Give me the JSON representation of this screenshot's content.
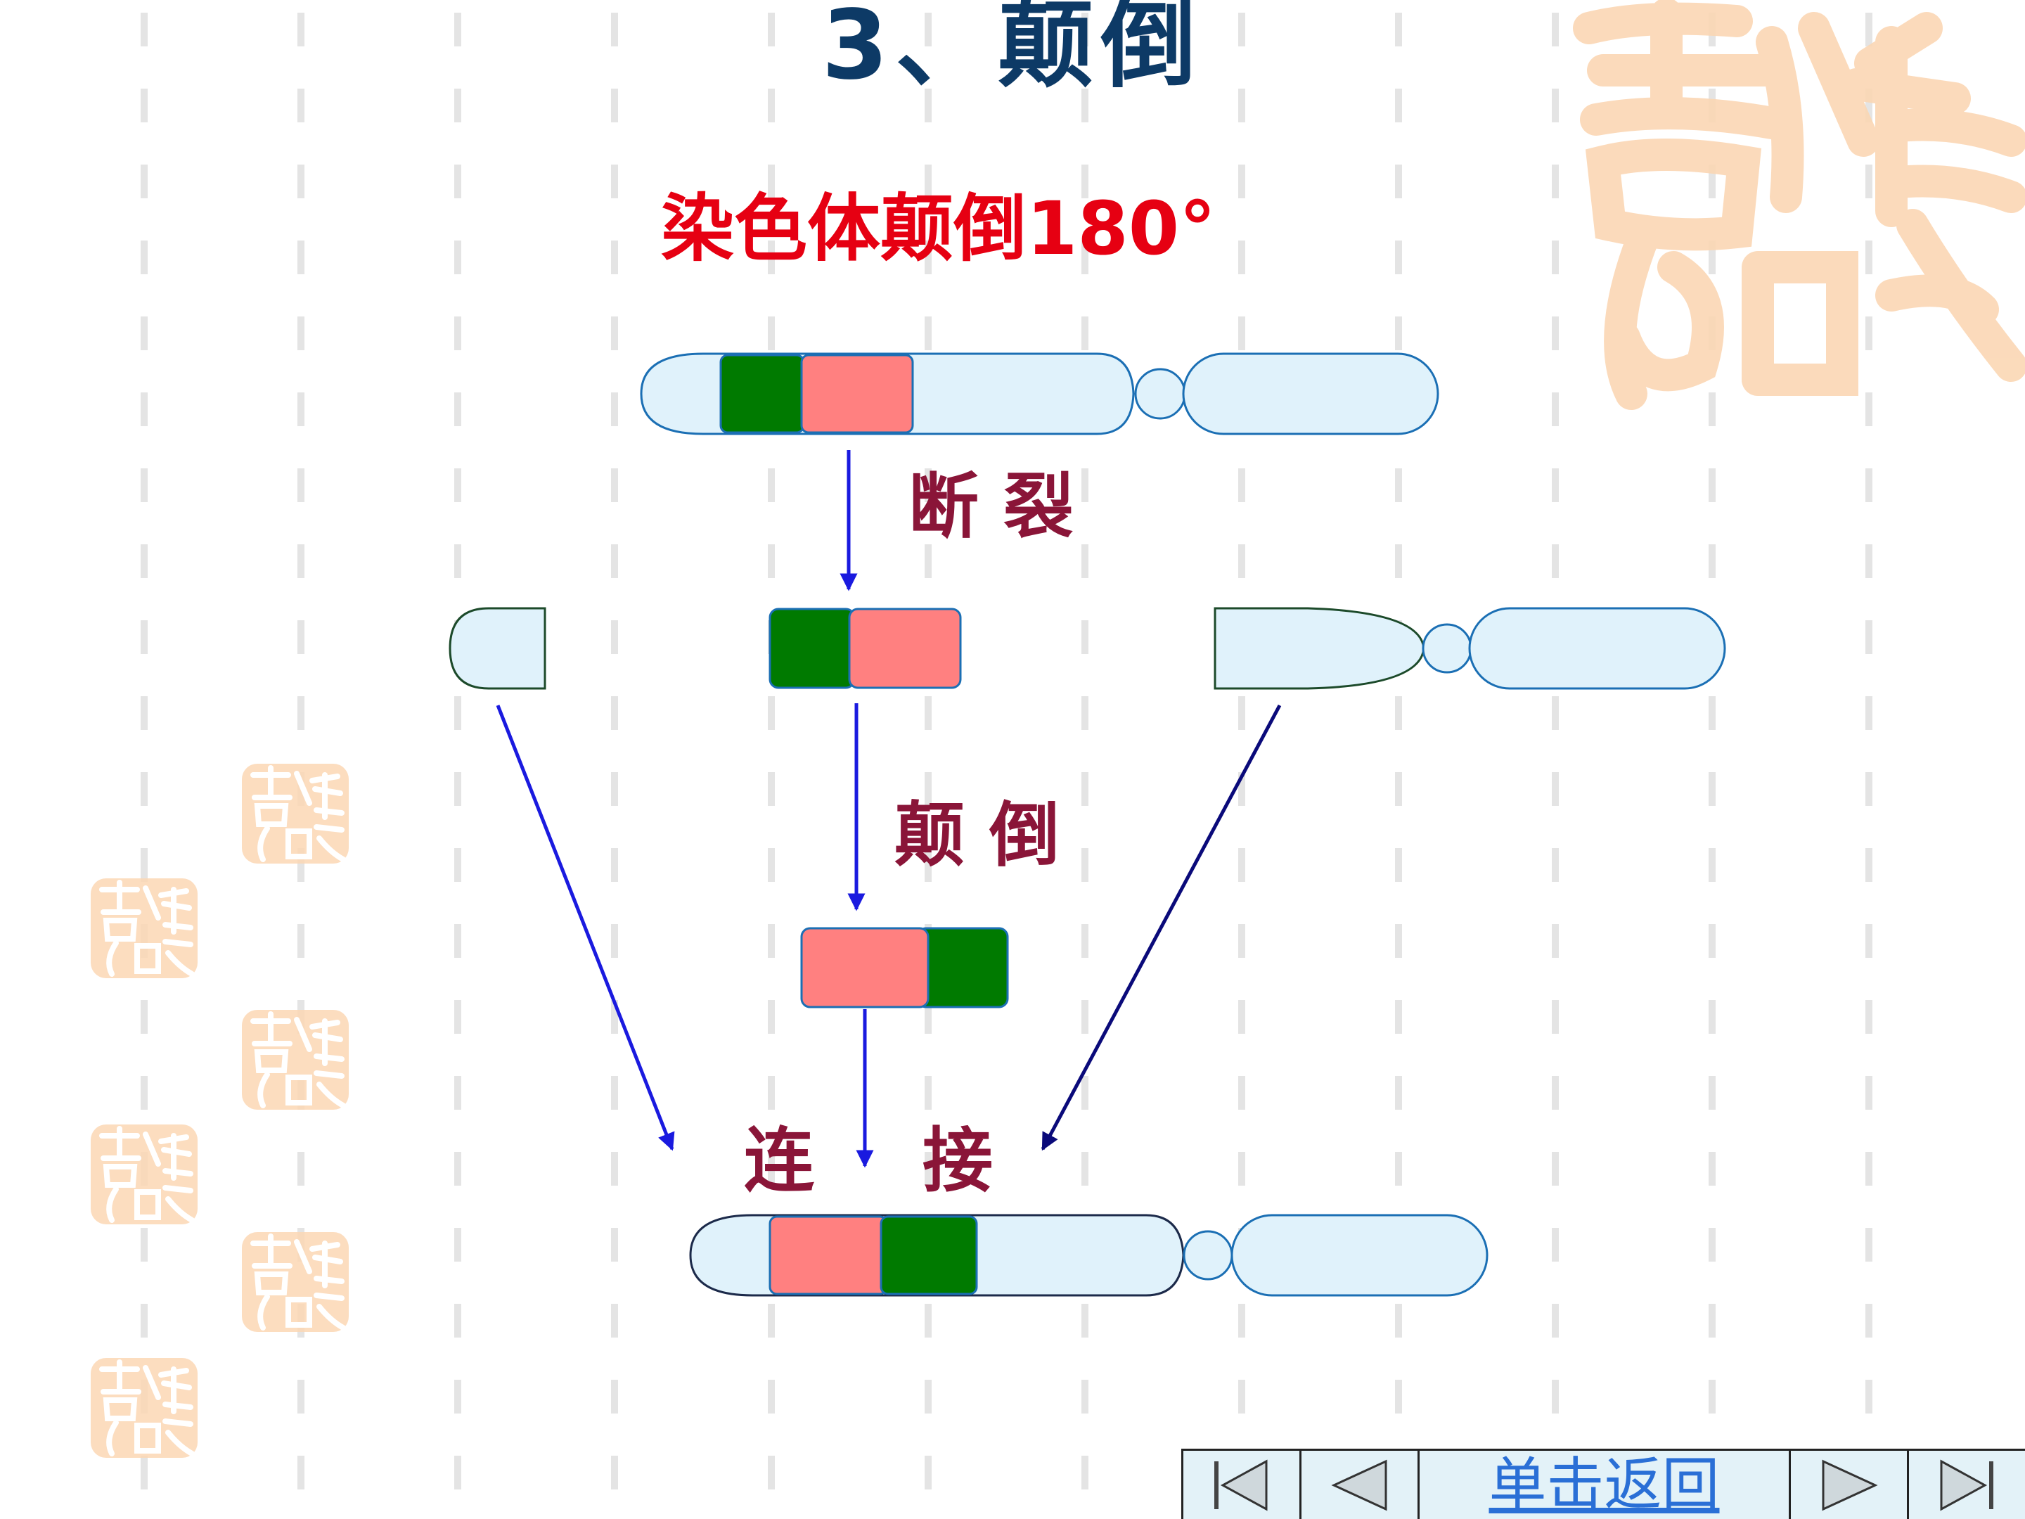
{
  "title": "3、颠倒",
  "subtitle": "染色体颠倒180°",
  "step_labels": {
    "break": "断 裂",
    "invert": "颠 倒",
    "join_left": "连",
    "join_right": "接"
  },
  "seal_text": "吉祥如意",
  "nav": {
    "return_label": "单击返回",
    "icons": [
      "first-slide-icon",
      "previous-slide-icon",
      "next-slide-icon",
      "last-slide-icon"
    ]
  },
  "colors": {
    "title": "#0d3a66",
    "subtitle": "#e60012",
    "label": "#8a1538",
    "green_segment": "#007a00",
    "pink_segment": "#ff8080",
    "chromosome_fill": "#e0f2fb",
    "arrow": "#1a1adf",
    "nav_link": "#2a6fd6",
    "seal": "#fbd7b4"
  }
}
